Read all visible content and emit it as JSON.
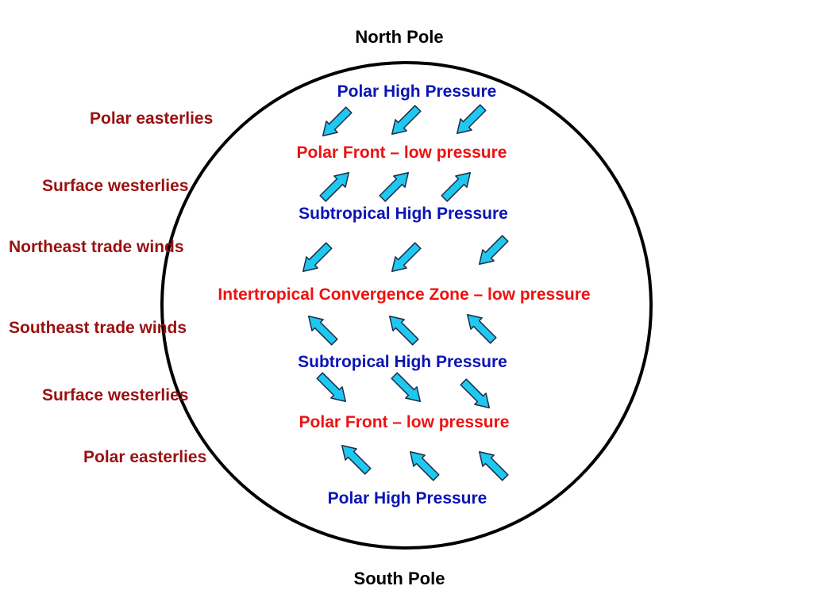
{
  "colors": {
    "high_pressure": "#0a14b4",
    "low_pressure": "#ee1111",
    "wind_label": "#991111",
    "arrow_fill": "#1ec8f0",
    "arrow_stroke": "#1f2a44",
    "outline": "#000000"
  },
  "poles": {
    "north": "North Pole",
    "south": "South Pole"
  },
  "pressure_belts": [
    {
      "label": "Polar High Pressure",
      "kind": "high"
    },
    {
      "label": "Polar Front – low pressure",
      "kind": "low"
    },
    {
      "label": "Subtropical High Pressure",
      "kind": "high"
    },
    {
      "label": "Intertropical Convergence Zone – low pressure",
      "kind": "low"
    },
    {
      "label": "Subtropical High Pressure",
      "kind": "high"
    },
    {
      "label": "Polar Front – low pressure",
      "kind": "low"
    },
    {
      "label": "Polar High Pressure",
      "kind": "high"
    }
  ],
  "wind_belts": [
    {
      "label": "Polar easterlies",
      "direction": "southwest",
      "arrow_count": 3
    },
    {
      "label": "Surface westerlies",
      "direction": "northeast",
      "arrow_count": 3
    },
    {
      "label": "Northeast trade winds",
      "direction": "southwest",
      "arrow_count": 3
    },
    {
      "label": "Southeast trade winds",
      "direction": "northwest",
      "arrow_count": 3
    },
    {
      "label": "Surface westerlies",
      "direction": "southeast",
      "arrow_count": 3
    },
    {
      "label": "Polar easterlies",
      "direction": "northwest",
      "arrow_count": 3
    }
  ]
}
